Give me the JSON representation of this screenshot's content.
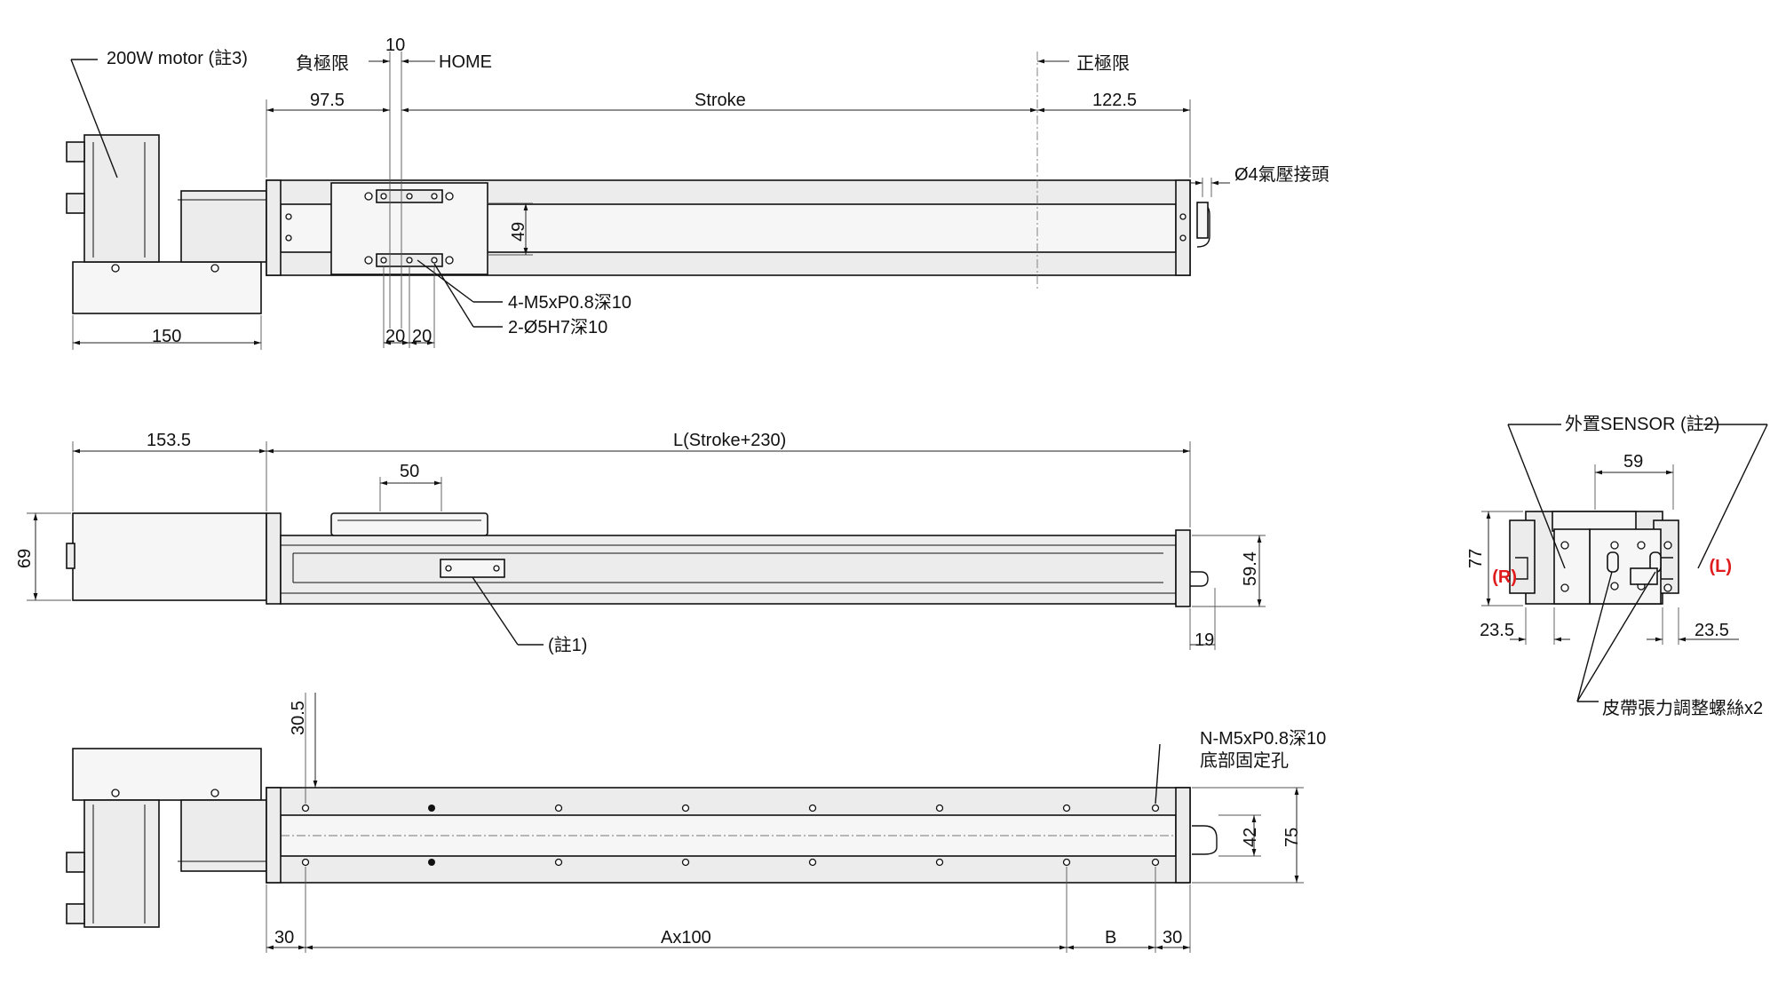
{
  "top_view": {
    "motor_label": "200W motor (註3)",
    "neg_limit": "負極限",
    "home_offset": "10",
    "home": "HOME",
    "pos_limit": "正極限",
    "dim_97_5": "97.5",
    "stroke": "Stroke",
    "dim_122_5": "122.5",
    "air_fitting": "Ø4氣壓接頭",
    "carriage_width": "49",
    "tap_holes": "4-M5xP0.8深10",
    "pin_holes": "2-Ø5H7深10",
    "hole_pitch_a": "20",
    "hole_pitch_b": "20",
    "motor_length": "150"
  },
  "side_view": {
    "motor_length": "153.5",
    "total_length": "L(Stroke+230)",
    "carriage_length": "50",
    "motor_height": "69",
    "body_height": "59.4",
    "end_offset": "19",
    "note": "(註1)"
  },
  "bottom_view": {
    "top_offset": "30.5",
    "mount_holes": "N-M5xP0.8深10",
    "mount_holes_desc": "底部固定孔",
    "inner_width": "42",
    "outer_width": "75",
    "end_left": "30",
    "pitch": "Ax100",
    "remainder": "B",
    "end_right": "30"
  },
  "end_view": {
    "sensor_label": "外置SENSOR (註2)",
    "top_width": "59",
    "height": "77",
    "right_side": "(R)",
    "left_side": "(L)",
    "side_offset_left": "23.5",
    "side_offset_right": "23.5",
    "tension_screws": "皮帶張力調整螺絲x2"
  },
  "colors": {
    "line": "#111111",
    "fill": "#ececec",
    "side_label": "#e01b1b"
  }
}
